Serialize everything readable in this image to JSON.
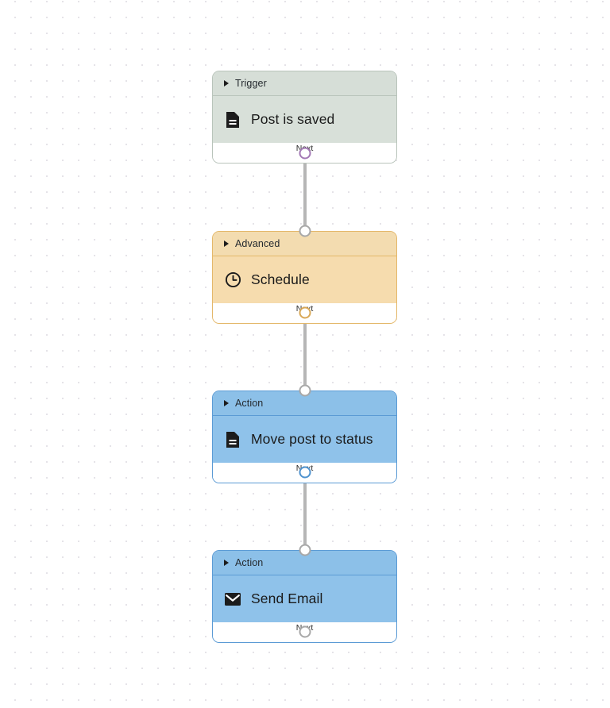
{
  "canvas": {
    "label": "workflow-canvas",
    "next_label": "Next"
  },
  "nodes": [
    {
      "id": "trigger",
      "category": "Trigger",
      "title": "Post is saved",
      "icon": "document-icon",
      "footer": "Next",
      "color": "#d8e0d9",
      "header_color": "#d6ded7",
      "border_color": "#b9c4bb"
    },
    {
      "id": "advanced",
      "category": "Advanced",
      "title": "Schedule",
      "icon": "clock-icon",
      "footer": "Next",
      "color": "#f6dcae",
      "header_color": "#f3dcb0",
      "border_color": "#e4b86a"
    },
    {
      "id": "action-move",
      "category": "Action",
      "title": "Move post to status",
      "icon": "document-icon",
      "footer": "Next",
      "color": "#8fc2ea",
      "header_color": "#8cc0e8",
      "border_color": "#5b9bd5"
    },
    {
      "id": "action-email",
      "category": "Action",
      "title": "Send Email",
      "icon": "envelope-icon",
      "footer": "Next",
      "color": "#8fc2ea",
      "header_color": "#8cc0e8",
      "border_color": "#5b9bd5"
    }
  ],
  "ports": [
    {
      "name": "trigger-out-port",
      "color": "#a379b5"
    },
    {
      "name": "advanced-in-port",
      "color": "#a8a8a8"
    },
    {
      "name": "advanced-out-port",
      "color": "#d9a857"
    },
    {
      "name": "action-move-in-port",
      "color": "#a8a8a8"
    },
    {
      "name": "action-move-out-port",
      "color": "#4f93cf"
    },
    {
      "name": "action-email-in-port",
      "color": "#a8a8a8"
    },
    {
      "name": "action-email-out-port",
      "color": "#a8a8a8"
    }
  ],
  "connections": [
    {
      "name": "wire-trigger-to-advanced",
      "color": "#b6b6b6"
    },
    {
      "name": "wire-advanced-to-action-move",
      "color": "#b6b6b6"
    },
    {
      "name": "wire-action-move-to-action-email",
      "color": "#b6b6b6"
    },
    {
      "name": "wire-action-email-tail",
      "color": "#b6b6b6"
    }
  ]
}
